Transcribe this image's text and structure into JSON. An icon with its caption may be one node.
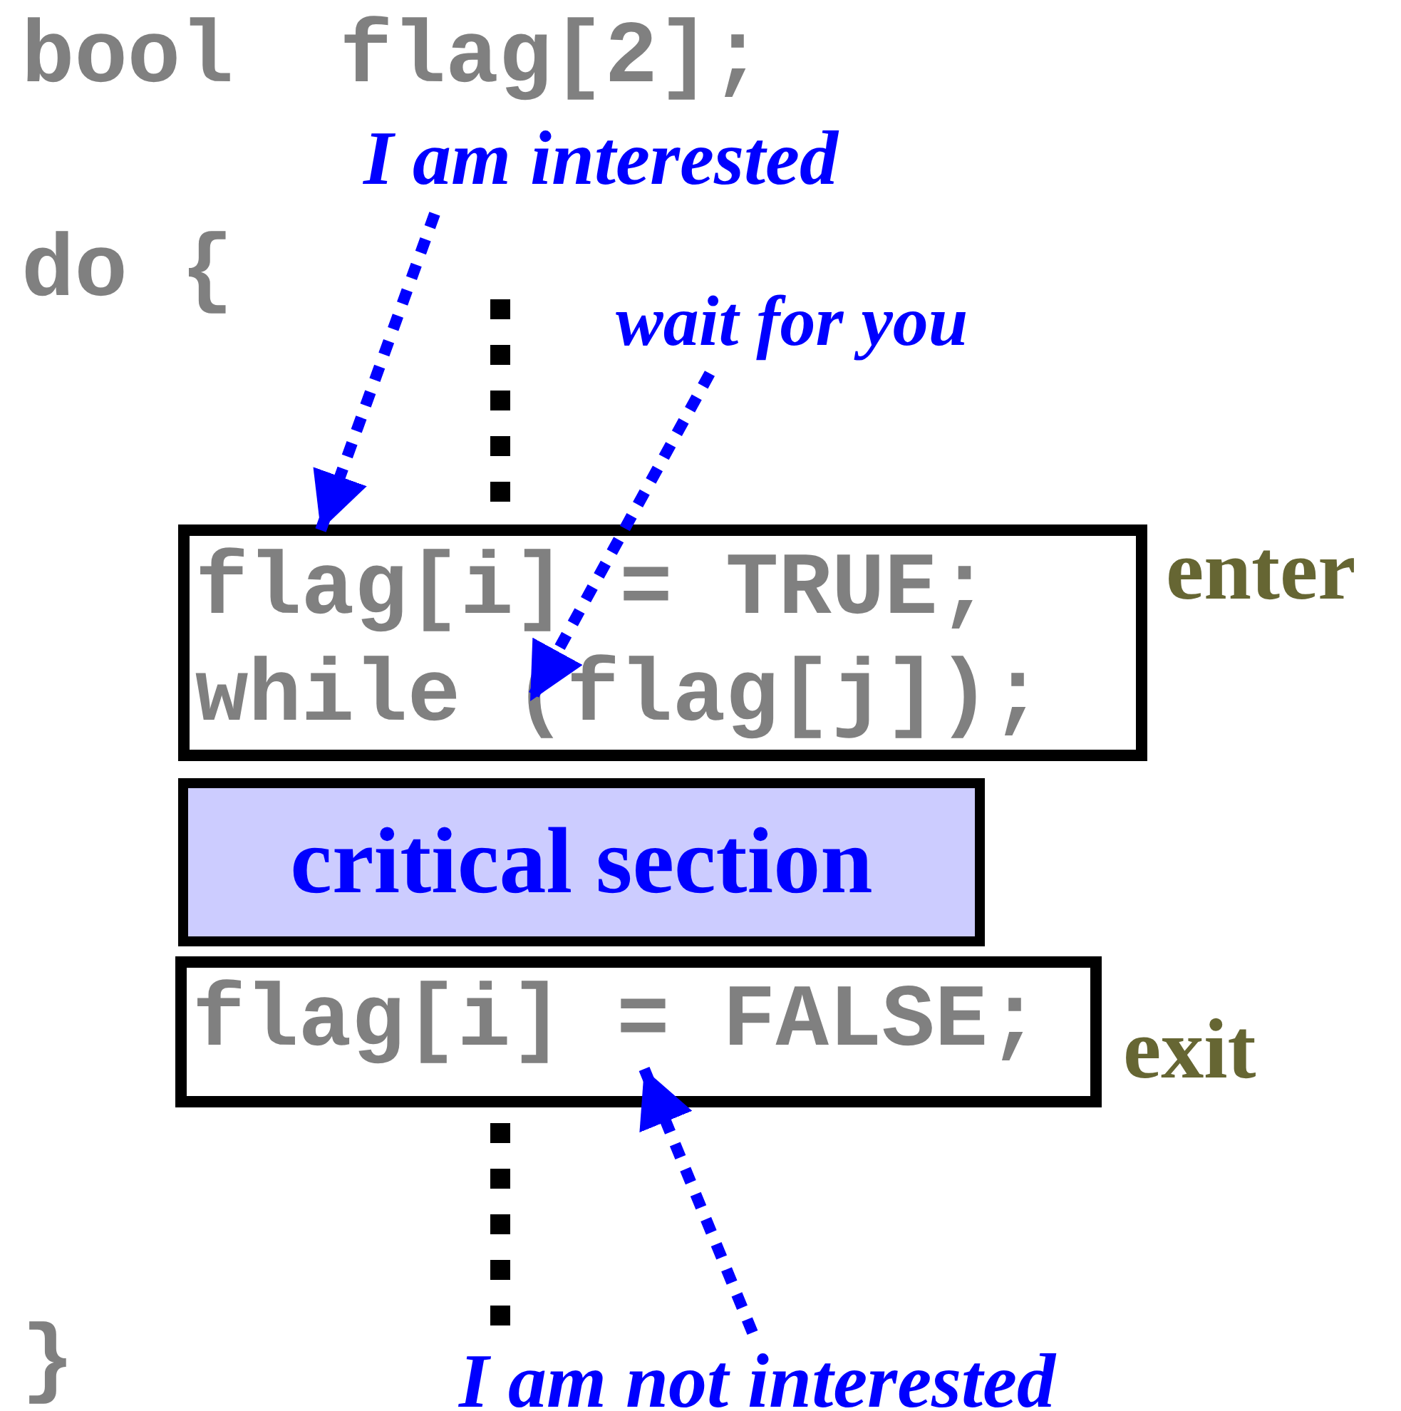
{
  "diagram": {
    "nodes": [
      {
        "text": [
          "I am interested"
        ]
      },
      {
        "text": [
          "flag[i] = TRUE; while (flag[j]);"
        ],
        "beside": [
          "enter"
        ]
      },
      {
        "text": [
          "wait for you"
        ]
      },
      {
        "text": [
          "critical section"
        ]
      },
      {
        "text": [
          "flag[i] = FALSE;"
        ],
        "beside": [
          "exit"
        ]
      },
      {
        "text": [
          "I am not interested"
        ]
      }
    ],
    "edges": [
      {
        "from": 0,
        "to": 1,
        "arrow": "to",
        "style": "dashed"
      },
      {
        "from": 2,
        "to": 1,
        "arrow": "to",
        "style": "dashed"
      },
      {
        "from": 5,
        "to": 4,
        "arrow": "to",
        "style": "dashed"
      }
    ],
    "labels": [
      "bool  flag[2];",
      "do {",
      "}"
    ]
  }
}
